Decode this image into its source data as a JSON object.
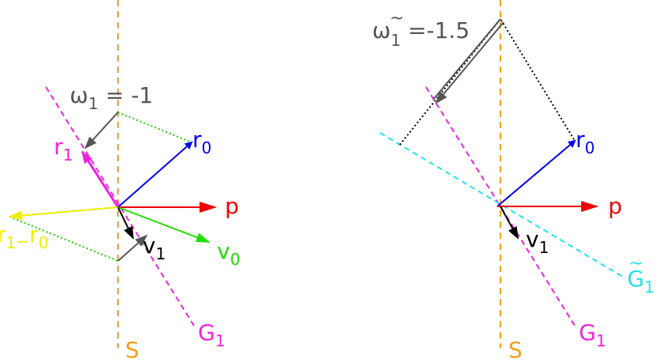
{
  "colors": {
    "orange": "#f0a020",
    "magenta": "#ee22dd",
    "blue": "#0000ee",
    "red": "#ee0000",
    "green": "#22dd00",
    "yellow": "#eeee00",
    "gray": "#555555",
    "cyan": "#22e0ee",
    "black": "#000000",
    "green_dotted": "#22cc00"
  },
  "left_panel": {
    "omega_label": {
      "base": "ω",
      "sub": "1",
      "value": " = -1"
    },
    "r1": {
      "base": "r",
      "sub": "1"
    },
    "r0": {
      "base": "r",
      "sub": "0"
    },
    "p": "p",
    "v1": {
      "base": "v",
      "sub": "1"
    },
    "v0": {
      "base": "v",
      "sub": "0"
    },
    "r1_minus_r0": {
      "base1": "r",
      "sub1": "1",
      "minus": "−",
      "base2": "r",
      "sub2": "0"
    },
    "G1": {
      "base": "G",
      "sub": "1"
    },
    "S": "S"
  },
  "right_panel": {
    "omega_label": {
      "base": "ω",
      "tilde": "~",
      "sub": "1",
      "value": " =-1.5"
    },
    "r0": {
      "base": "r",
      "sub": "0"
    },
    "p": "p",
    "v1": {
      "base": "v",
      "sub": "1"
    },
    "G1_tilde": {
      "base": "G",
      "tilde": "~",
      "sub": "1"
    },
    "G1": {
      "base": "G",
      "sub": "1"
    },
    "S": "S"
  }
}
